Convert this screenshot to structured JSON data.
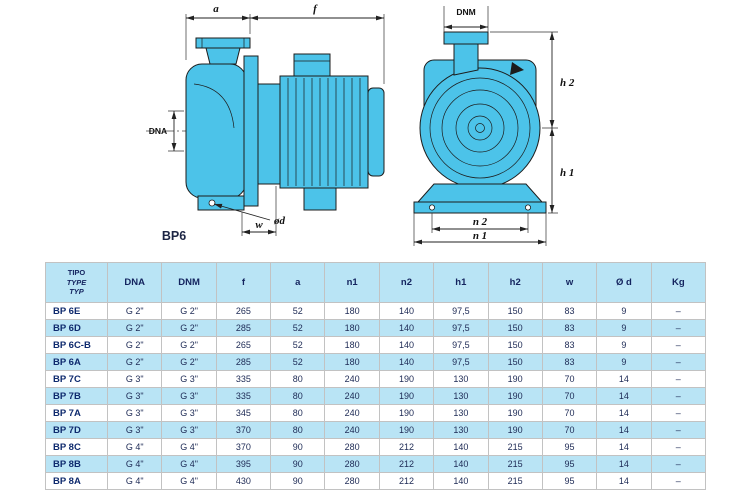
{
  "diagram": {
    "model_label": "BP6",
    "accent_color": "#4cc3e9",
    "labels": {
      "a": "a",
      "f": "f",
      "dnm": "DNM",
      "dna": "DNA",
      "od": "ød",
      "w": "w",
      "h1": "h 1",
      "h2": "h 2",
      "n1": "n 1",
      "n2": "n 2"
    }
  },
  "table": {
    "header": {
      "type_lines": [
        "TIPO",
        "TYPE",
        "TYP"
      ],
      "cols": [
        "DNA",
        "DNM",
        "f",
        "a",
        "n1",
        "n2",
        "h1",
        "h2",
        "w",
        "Ø d",
        "Kg"
      ]
    },
    "rows": [
      [
        "BP 6E",
        "G 2\"",
        "G 2\"",
        "265",
        "52",
        "180",
        "140",
        "97,5",
        "150",
        "83",
        "9",
        "–"
      ],
      [
        "BP 6D",
        "G 2\"",
        "G 2\"",
        "285",
        "52",
        "180",
        "140",
        "97,5",
        "150",
        "83",
        "9",
        "–"
      ],
      [
        "BP 6C-B",
        "G 2\"",
        "G 2\"",
        "265",
        "52",
        "180",
        "140",
        "97,5",
        "150",
        "83",
        "9",
        "–"
      ],
      [
        "BP 6A",
        "G 2\"",
        "G 2\"",
        "285",
        "52",
        "180",
        "140",
        "97,5",
        "150",
        "83",
        "9",
        "–"
      ],
      [
        "BP 7C",
        "G 3\"",
        "G 3\"",
        "335",
        "80",
        "240",
        "190",
        "130",
        "190",
        "70",
        "14",
        "–"
      ],
      [
        "BP 7B",
        "G 3\"",
        "G 3\"",
        "335",
        "80",
        "240",
        "190",
        "130",
        "190",
        "70",
        "14",
        "–"
      ],
      [
        "BP 7A",
        "G 3\"",
        "G 3\"",
        "345",
        "80",
        "240",
        "190",
        "130",
        "190",
        "70",
        "14",
        "–"
      ],
      [
        "BP 7D",
        "G 3\"",
        "G 3\"",
        "370",
        "80",
        "240",
        "190",
        "130",
        "190",
        "70",
        "14",
        "–"
      ],
      [
        "BP 8C",
        "G 4\"",
        "G 4\"",
        "370",
        "90",
        "280",
        "212",
        "140",
        "215",
        "95",
        "14",
        "–"
      ],
      [
        "BP 8B",
        "G 4\"",
        "G 4\"",
        "395",
        "90",
        "280",
        "212",
        "140",
        "215",
        "95",
        "14",
        "–"
      ],
      [
        "BP 8A",
        "G 4\"",
        "G 4\"",
        "430",
        "90",
        "280",
        "212",
        "140",
        "215",
        "95",
        "14",
        "–"
      ]
    ]
  }
}
